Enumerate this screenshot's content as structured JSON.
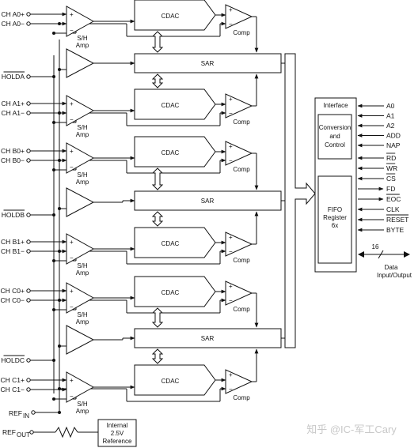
{
  "channels": [
    {
      "pos": "CH A0+",
      "neg": "CH A0−"
    },
    {
      "pos": "CH A1+",
      "neg": "CH A1−"
    },
    {
      "pos": "CH B0+",
      "neg": "CH B0−"
    },
    {
      "pos": "CH B1+",
      "neg": "CH B1−"
    },
    {
      "pos": "CH C0+",
      "neg": "CH C0−"
    },
    {
      "pos": "CH C1+",
      "neg": "CH C1−"
    }
  ],
  "holds": [
    "HOLDA",
    "HOLDB",
    "HOLDC"
  ],
  "blocks": {
    "sh_amp_line1": "S/H",
    "sh_amp_line2": "Amp",
    "cdac": "CDAC",
    "comp": "Comp",
    "sar": "SAR",
    "plus": "+",
    "minus": "−"
  },
  "reference": {
    "ref_in_main": "REF",
    "ref_in_sub": "IN",
    "ref_out_main": "REF",
    "ref_out_sub": "OUT",
    "internal": [
      "Internal",
      "2.5V",
      "Reference"
    ]
  },
  "interface": {
    "title": "Interface",
    "conversion_control": [
      "Conversion",
      "and",
      "Control"
    ],
    "fifo": [
      "FIFO",
      "Register",
      "6x"
    ],
    "inputs_top": [
      "A0",
      "A1",
      "A2",
      "ADD",
      "NAP"
    ],
    "bus_pins": [
      {
        "label": "RD",
        "overline": true,
        "dir": "in"
      },
      {
        "label": "WR",
        "overline": true,
        "dir": "in"
      },
      {
        "label": "CS",
        "overline": true,
        "dir": "in"
      },
      {
        "label": "FD",
        "overline": false,
        "dir": "out"
      },
      {
        "label": "EOC",
        "overline": true,
        "dir": "out"
      },
      {
        "label": "CLK",
        "overline": false,
        "dir": "in"
      },
      {
        "label": "RESET",
        "overline": true,
        "dir": "in"
      },
      {
        "label": "BYTE",
        "overline": false,
        "dir": "in"
      }
    ],
    "bus_width": "16",
    "data_label": [
      "Data",
      "Input/Output"
    ]
  },
  "watermark": "知乎 @IC-军工Cary"
}
